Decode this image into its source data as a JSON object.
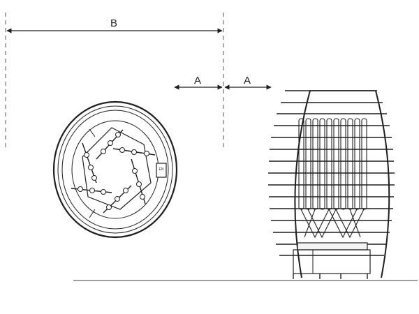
{
  "dimensions": {
    "b_label": "B",
    "a_left_label": "A",
    "a_right_label": "A"
  },
  "colors": {
    "line": "#1f1f1f",
    "dashed": "#555555",
    "fill": "#f3f3f3"
  },
  "top_view": {
    "element_count": 6,
    "label_small": "EN"
  },
  "side_view": {
    "horizontal_bar_count": 15,
    "element_tube_count": 10
  }
}
